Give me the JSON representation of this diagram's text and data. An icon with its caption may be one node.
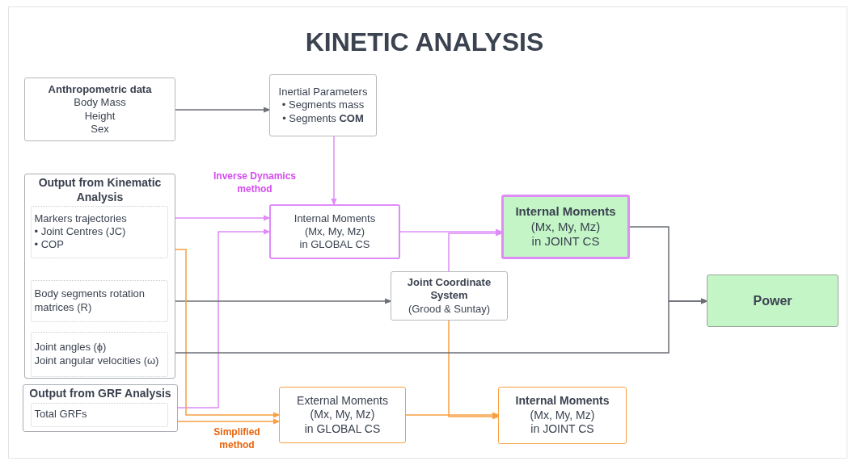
{
  "diagram": {
    "title": "KINETIC ANALYSIS",
    "nodes": [
      {
        "text": [
          "Anthropometric data",
          "Body Mass",
          "Height",
          "Sex"
        ]
      },
      {
        "text": [
          "Inertial Parameters",
          "• Segments mass",
          "• Segments **COM**"
        ]
      },
      {
        "text": [
          "Output from Kinematic Analysis"
        ]
      },
      {
        "text": [
          "Markers trajectories",
          "• Joint Centres (JC)",
          "• COP"
        ],
        "in": 2
      },
      {
        "text": [
          "Body segments rotation matrices (R)"
        ],
        "in": 2
      },
      {
        "text": [
          "Joint angles (ϕ)",
          "Joint angular velocities (ω)"
        ],
        "in": 2
      },
      {
        "text": [
          "Output from GRF Analysis"
        ]
      },
      {
        "text": [
          "Total GRFs"
        ],
        "in": 6
      },
      {
        "text": [
          "Internal Moments",
          "(Mx, My, Mz)",
          "in GLOBAL CS"
        ]
      },
      {
        "text": [
          "Internal Moments",
          "(Mx, My, Mz)",
          "in JOINT CS"
        ]
      },
      {
        "text": [
          "Joint Coordinate System",
          "(Grood & Suntay)"
        ]
      },
      {
        "text": [
          "Power"
        ]
      },
      {
        "text": [
          "External Moments",
          "(Mx, My, Mz)",
          "in GLOBAL CS"
        ]
      },
      {
        "text": [
          "Internal Moments",
          "(Mx, My, Mz)",
          "in JOINT CS"
        ]
      }
    ],
    "edges": [
      {
        "from": 0,
        "to": 1,
        "arrow": "to",
        "color": "#6b6f76"
      },
      {
        "from": 1,
        "to": 8,
        "arrow": "to",
        "color": "#df8cf7"
      },
      {
        "from": 3,
        "to": 8,
        "arrow": "to",
        "color": "#df8cf7"
      },
      {
        "from": 7,
        "to": 8,
        "arrow": "to",
        "color": "#df8cf7"
      },
      {
        "from": 8,
        "to": 9,
        "arrow": "to",
        "color": "#df8cf7"
      },
      {
        "from": 10,
        "to": 9,
        "arrow": "to",
        "color": "#df8cf7"
      },
      {
        "from": 4,
        "to": 10,
        "arrow": "to",
        "color": "#6b6f76"
      },
      {
        "from": 3,
        "to": 12,
        "arrow": "to",
        "color": "#f7a043"
      },
      {
        "from": 7,
        "to": 12,
        "arrow": "to",
        "color": "#f7a043"
      },
      {
        "from": 12,
        "to": 13,
        "arrow": "to",
        "color": "#f7a043"
      },
      {
        "from": 10,
        "to": 13,
        "arrow": "to",
        "color": "#f7a043"
      },
      {
        "from": 9,
        "to": 11,
        "arrow": "to",
        "color": "#6b6f76"
      },
      {
        "from": 5,
        "to": 11,
        "arrow": "to",
        "color": "#6b6f76"
      }
    ],
    "labels": [
      "Inverse Dynamics method",
      "Simplified method"
    ]
  }
}
